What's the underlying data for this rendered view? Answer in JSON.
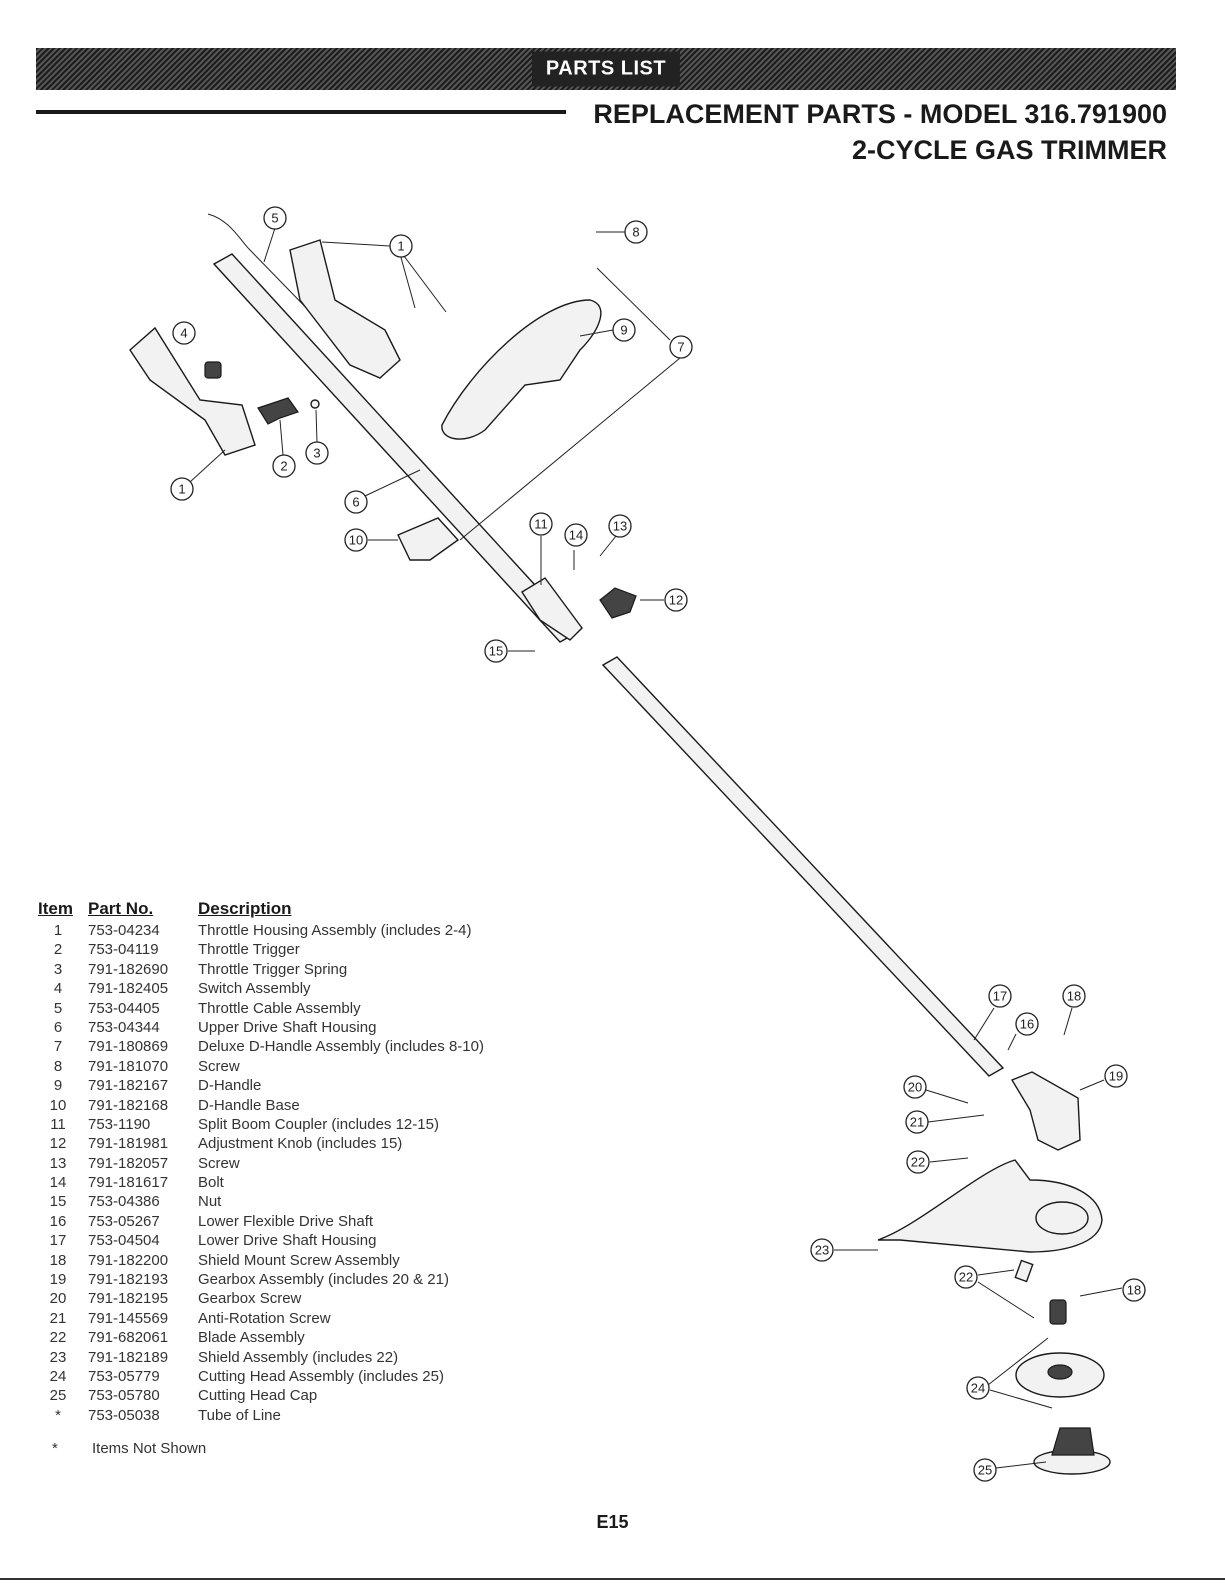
{
  "header": {
    "banner_label": "PARTS LIST",
    "title_line1": "REPLACEMENT PARTS - MODEL 316.791900",
    "title_line2": "2-CYCLE GAS TRIMMER"
  },
  "callouts": [
    "1",
    "2",
    "3",
    "4",
    "5",
    "6",
    "7",
    "8",
    "9",
    "10",
    "11",
    "12",
    "13",
    "14",
    "15",
    "16",
    "17",
    "18",
    "19",
    "20",
    "21",
    "22",
    "23",
    "24",
    "25"
  ],
  "table": {
    "headers": {
      "item": "Item",
      "part_no": "Part No.",
      "description": "Description"
    },
    "rows": [
      {
        "item": "1",
        "part_no": "753-04234",
        "description": "Throttle Housing Assembly (includes 2-4)"
      },
      {
        "item": "2",
        "part_no": "753-04119",
        "description": "Throttle Trigger"
      },
      {
        "item": "3",
        "part_no": "791-182690",
        "description": "Throttle Trigger Spring"
      },
      {
        "item": "4",
        "part_no": "791-182405",
        "description": "Switch Assembly"
      },
      {
        "item": "5",
        "part_no": "753-04405",
        "description": "Throttle Cable Assembly"
      },
      {
        "item": "6",
        "part_no": "753-04344",
        "description": "Upper Drive Shaft Housing"
      },
      {
        "item": "7",
        "part_no": "791-180869",
        "description": "Deluxe D-Handle Assembly (includes 8-10)"
      },
      {
        "item": "8",
        "part_no": "791-181070",
        "description": "Screw"
      },
      {
        "item": "9",
        "part_no": "791-182167",
        "description": "D-Handle"
      },
      {
        "item": "10",
        "part_no": "791-182168",
        "description": "D-Handle Base"
      },
      {
        "item": "11",
        "part_no": "753-1190",
        "description": "Split Boom Coupler (includes 12-15)"
      },
      {
        "item": "12",
        "part_no": "791-181981",
        "description": "Adjustment Knob (includes 15)"
      },
      {
        "item": "13",
        "part_no": "791-182057",
        "description": "Screw"
      },
      {
        "item": "14",
        "part_no": "791-181617",
        "description": "Bolt"
      },
      {
        "item": "15",
        "part_no": "753-04386",
        "description": "Nut"
      },
      {
        "item": "16",
        "part_no": "753-05267",
        "description": "Lower Flexible Drive Shaft"
      },
      {
        "item": "17",
        "part_no": "753-04504",
        "description": "Lower Drive Shaft Housing"
      },
      {
        "item": "18",
        "part_no": "791-182200",
        "description": "Shield Mount Screw Assembly"
      },
      {
        "item": "19",
        "part_no": "791-182193",
        "description": "Gearbox Assembly (includes 20 & 21)"
      },
      {
        "item": "20",
        "part_no": "791-182195",
        "description": "Gearbox Screw"
      },
      {
        "item": "21",
        "part_no": "791-145569",
        "description": "Anti-Rotation Screw"
      },
      {
        "item": "22",
        "part_no": "791-682061",
        "description": "Blade Assembly"
      },
      {
        "item": "23",
        "part_no": "791-182189",
        "description": "Shield Assembly (includes 22)"
      },
      {
        "item": "24",
        "part_no": "753-05779",
        "description": "Cutting Head Assembly (includes 25)"
      },
      {
        "item": "25",
        "part_no": "753-05780",
        "description": "Cutting Head Cap"
      },
      {
        "item": "*",
        "part_no": "753-05038",
        "description": "Tube of Line"
      }
    ]
  },
  "footnote": {
    "mark": "*",
    "text": "Items Not Shown"
  },
  "page_number": "E15"
}
